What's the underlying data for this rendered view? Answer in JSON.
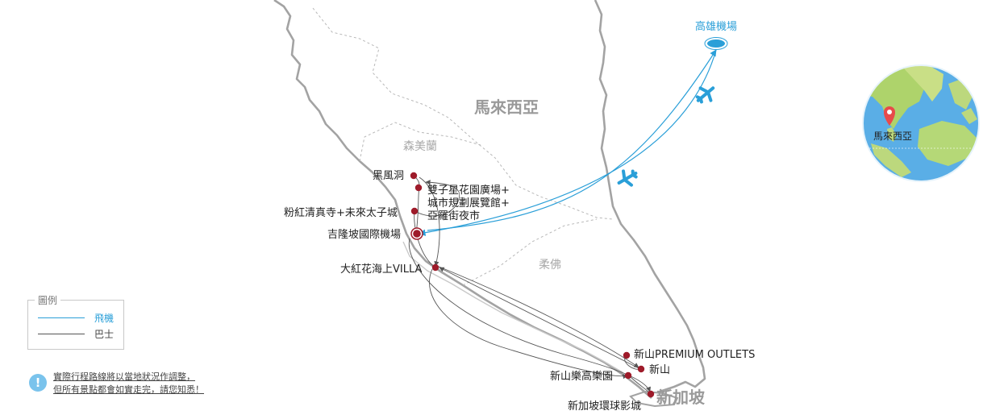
{
  "country": {
    "malaysia": "馬來西亞",
    "singapore": "新加坡"
  },
  "regions": {
    "selangor": "森美蘭",
    "johor": "柔佛"
  },
  "airport_origin": "高雄機場",
  "stops": {
    "batu_caves": "黑風洞",
    "twin_tower": "雙子星花園廣場+",
    "gallery": "城市規劃展覽館+",
    "night_market": "亞羅街夜市",
    "pink_mosque": "粉紅清真寺+未來太子城",
    "klia": "吉隆坡國際機場",
    "villa": "大紅花海上VILLA",
    "premium_outlets": "新山PREMIUM OUTLETS",
    "legoland": "新山樂高樂園",
    "johor_bahru": "新山",
    "universal": "新加坡環球影城"
  },
  "globe_label": "馬來西亞",
  "legend": {
    "title": "圖例",
    "flight": "飛機",
    "bus": "巴士"
  },
  "note": {
    "line1": "實際行程路線將以當地狀況作調整，",
    "line2": "但所有景點都會如實走完，請您知悉！"
  },
  "colors": {
    "flight": "#2a9fd8",
    "bus": "#555555",
    "stop": "#9e1b2a",
    "coast": "#9a9a9a",
    "globe": "#6bb6e8"
  }
}
